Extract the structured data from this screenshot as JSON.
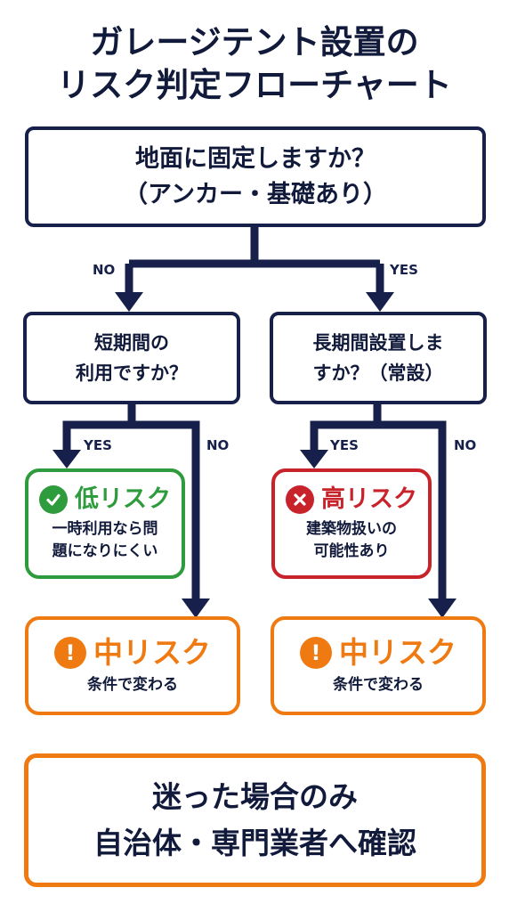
{
  "title": {
    "line1": "ガレージテント設置の",
    "line2": "リスク判定フローチャート"
  },
  "start": {
    "line1": "地面に固定しますか？",
    "line2": "（アンカー・基礎あり）"
  },
  "edges": {
    "start_no": "NO",
    "start_yes": "YES",
    "short_yes": "YES",
    "short_no": "NO",
    "long_yes": "YES",
    "long_no": "NO"
  },
  "short_question": {
    "line1": "短期間の",
    "line2": "利用ですか？"
  },
  "long_question": {
    "line1": "長期間設置しま",
    "line2": "すか？（常設）"
  },
  "low_risk": {
    "label": "低リスク",
    "desc1": "一時利用なら問",
    "desc2": "題になりにくい",
    "icon": "check-icon",
    "color": "#2e9b3c"
  },
  "high_risk": {
    "label": "高リスク",
    "desc1": "建築物扱いの",
    "desc2": "可能性あり",
    "icon": "cross-icon",
    "color": "#c8232b"
  },
  "mid_risk_left": {
    "label": "中リスク",
    "desc": "条件で変わる",
    "icon": "exclamation-icon",
    "color": "#f07a12"
  },
  "mid_risk_right": {
    "label": "中リスク",
    "desc": "条件で変わる",
    "icon": "exclamation-icon",
    "color": "#f07a12"
  },
  "final": {
    "line1": "迷った場合のみ",
    "line2": "自治体・専門業者へ確認"
  }
}
